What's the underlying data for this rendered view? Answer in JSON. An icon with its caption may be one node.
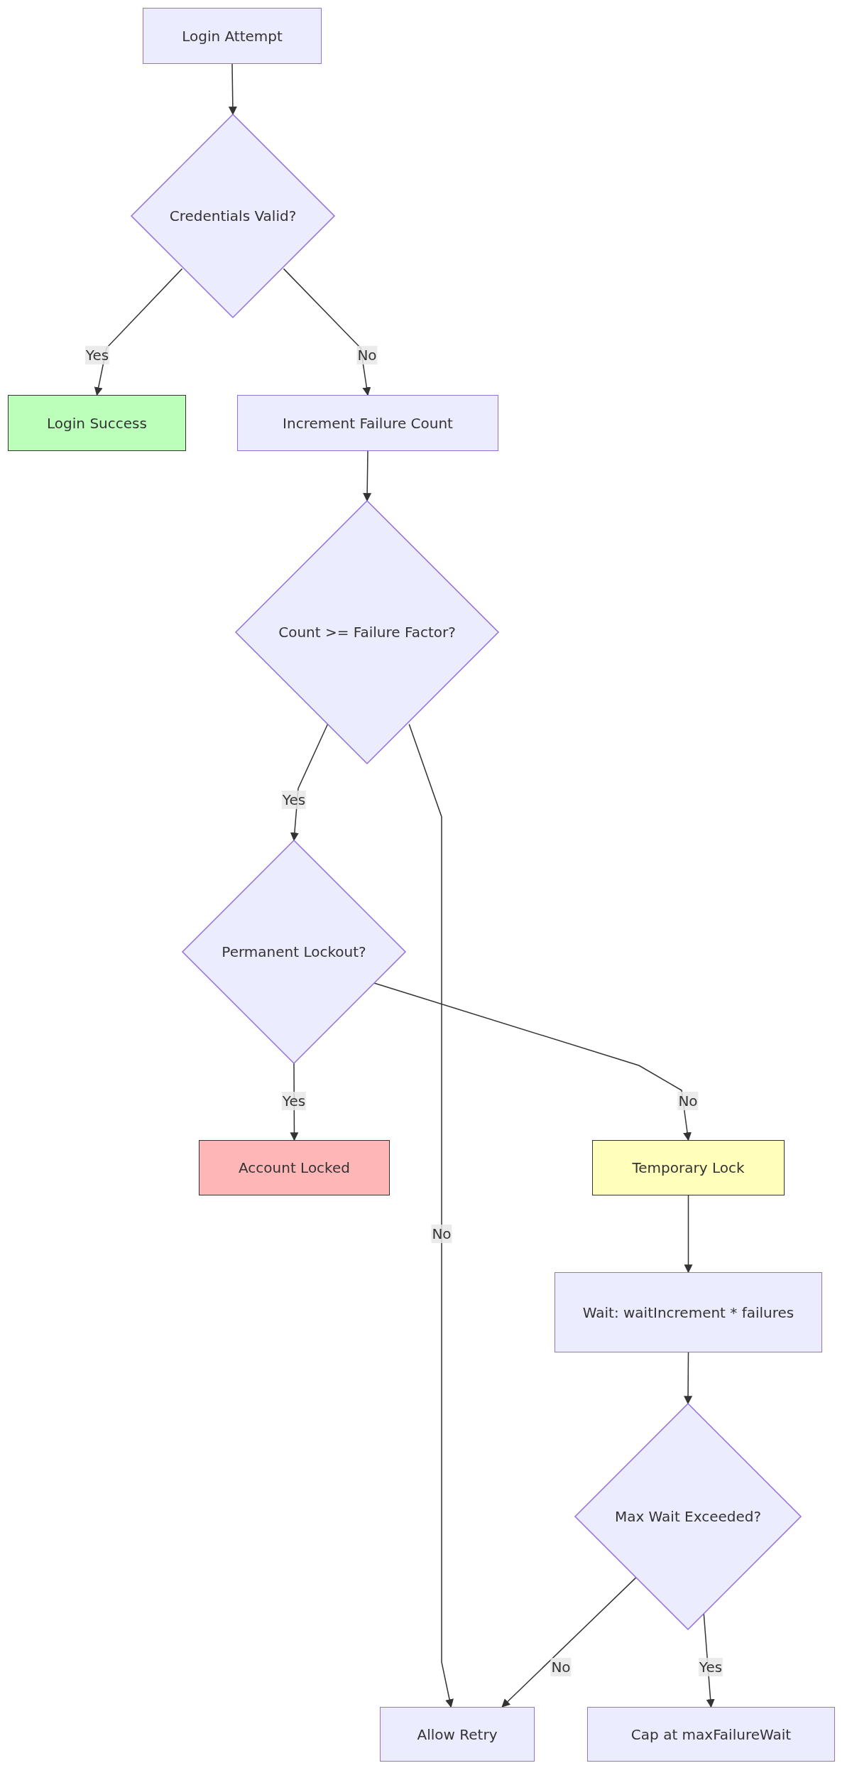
{
  "diagram": {
    "nodes": [
      {
        "text": [
          "Login Attempt"
        ]
      },
      {
        "text": [
          "Credentials Valid?"
        ]
      },
      {
        "text": [
          "Login Success"
        ]
      },
      {
        "text": [
          "Increment Failure Count"
        ]
      },
      {
        "text": [
          "Count >= Failure Factor?"
        ]
      },
      {
        "text": [
          "Permanent Lockout?"
        ]
      },
      {
        "text": [
          "Account Locked"
        ]
      },
      {
        "text": [
          "Temporary Lock"
        ]
      },
      {
        "text": [
          "Wait: waitIncrement * failures"
        ]
      },
      {
        "text": [
          "Max Wait Exceeded?"
        ]
      },
      {
        "text": [
          "Allow Retry"
        ]
      },
      {
        "text": [
          "Cap at maxFailureWait"
        ]
      }
    ],
    "edges": [
      {
        "from": 0,
        "to": 1,
        "arrow": "to"
      },
      {
        "from": 1,
        "to": 2,
        "arrow": "to",
        "label": "Yes"
      },
      {
        "from": 1,
        "to": 3,
        "arrow": "to",
        "label": "No"
      },
      {
        "from": 3,
        "to": 4,
        "arrow": "to"
      },
      {
        "from": 4,
        "to": 5,
        "arrow": "to",
        "label": "Yes"
      },
      {
        "from": 4,
        "to": 10,
        "arrow": "to",
        "label": "No"
      },
      {
        "from": 5,
        "to": 6,
        "arrow": "to",
        "label": "Yes"
      },
      {
        "from": 5,
        "to": 7,
        "arrow": "to",
        "label": "No"
      },
      {
        "from": 7,
        "to": 8,
        "arrow": "to"
      },
      {
        "from": 8,
        "to": 9,
        "arrow": "to"
      },
      {
        "from": 9,
        "to": 10,
        "arrow": "to",
        "label": "No"
      },
      {
        "from": 9,
        "to": 11,
        "arrow": "to",
        "label": "Yes"
      }
    ]
  }
}
